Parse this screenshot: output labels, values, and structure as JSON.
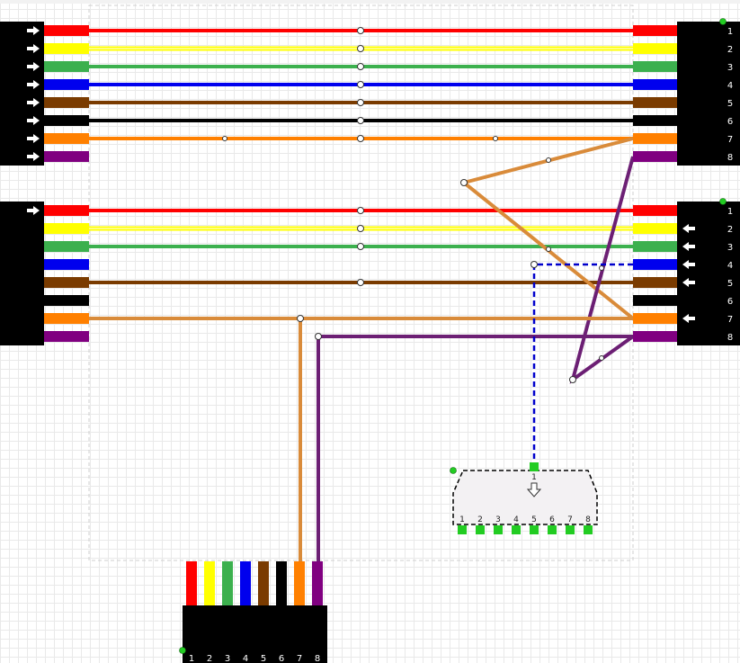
{
  "colors": {
    "red": "#ff0000",
    "yellow": "#ffff00",
    "green": "#3cb04e",
    "blue": "#0000ee",
    "brown": "#7a3b00",
    "black": "#000000",
    "orange": "#ff8000",
    "purple": "#800080",
    "connector_body": "#000000",
    "node_green": "#22cc22",
    "dashed_blue": "#0000cc",
    "orange_wire": "#d98b3a",
    "purple_wire": "#6c1f74"
  },
  "wire_color_order": [
    "red",
    "yellow",
    "green",
    "blue",
    "brown",
    "black",
    "orange",
    "purple"
  ],
  "connectors": {
    "top_left": {
      "pins": [
        "",
        "",
        "",
        "",
        "",
        "",
        "",
        ""
      ],
      "arrows": [
        "in",
        "in",
        "in",
        "in",
        "in",
        "in",
        "in",
        "in"
      ]
    },
    "top_right": {
      "pins": [
        "1",
        "2",
        "3",
        "4",
        "5",
        "6",
        "7",
        "8"
      ]
    },
    "mid_left": {
      "pins": [
        "",
        "",
        "",
        "",
        "",
        "",
        "",
        ""
      ],
      "arrows": [
        "in",
        "none",
        "none",
        "none",
        "none",
        "none",
        "none",
        "none"
      ]
    },
    "mid_right": {
      "pins": [
        "1",
        "2",
        "3",
        "4",
        "5",
        "6",
        "7",
        "8"
      ],
      "arrows": [
        "none",
        "in",
        "in",
        "in",
        "in",
        "none",
        "in",
        "none"
      ]
    },
    "bottom": {
      "pins": [
        "1",
        "2",
        "3",
        "4",
        "5",
        "6",
        "7",
        "8"
      ]
    },
    "splice_box": {
      "pins": [
        "1",
        "2",
        "3",
        "4",
        "5",
        "6",
        "7",
        "8"
      ],
      "top_pin": "1"
    }
  },
  "icons": [
    "arrow-right-icon",
    "arrow-left-icon",
    "arrow-down-icon"
  ]
}
